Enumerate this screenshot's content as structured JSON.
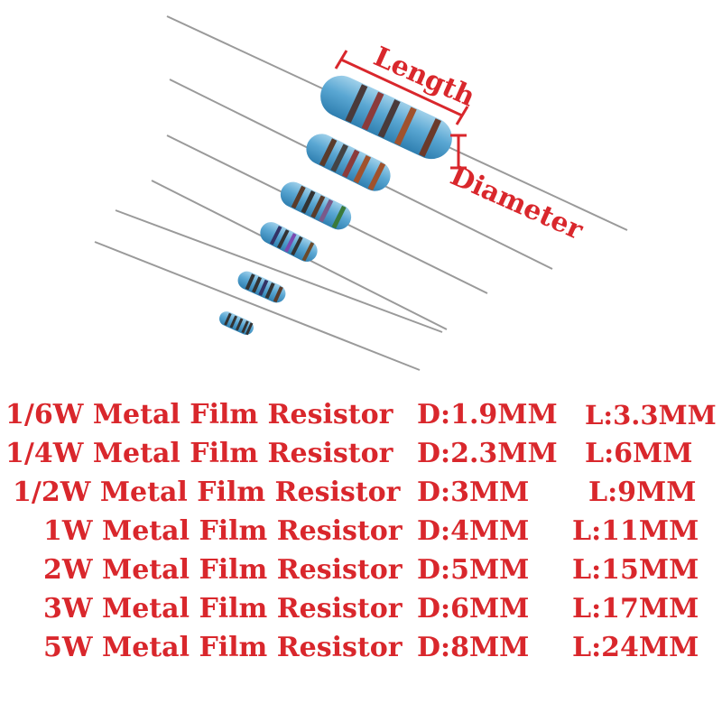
{
  "colors": {
    "text": "#d9272c",
    "resistor_body": "#5aa7d3",
    "resistor_body_dark": "#2f7fb0",
    "lead": "#8a8a8a"
  },
  "labels": {
    "length": "Length",
    "diameter": "Diameter"
  },
  "specs": [
    {
      "name": "1/6W Metal Film Resistor",
      "diameter": "D:1.9MM",
      "length": "L:3.3MM"
    },
    {
      "name": "1/4W Metal Film Resistor",
      "diameter": "D:2.3MM",
      "length": "L:6MM"
    },
    {
      "name": "1/2W Metal Film Resistor",
      "diameter": "D:3MM",
      "length": "L:9MM"
    },
    {
      "name": "1W Metal Film Resistor",
      "diameter": "D:4MM",
      "length": "L:11MM"
    },
    {
      "name": "2W Metal Film Resistor",
      "diameter": "D:5MM",
      "length": "L:15MM"
    },
    {
      "name": "3W Metal Film Resistor",
      "diameter": "D:6MM",
      "length": "L:17MM"
    },
    {
      "name": "5W Metal Film Resistor",
      "diameter": "D:8MM",
      "length": "L:24MM"
    }
  ]
}
